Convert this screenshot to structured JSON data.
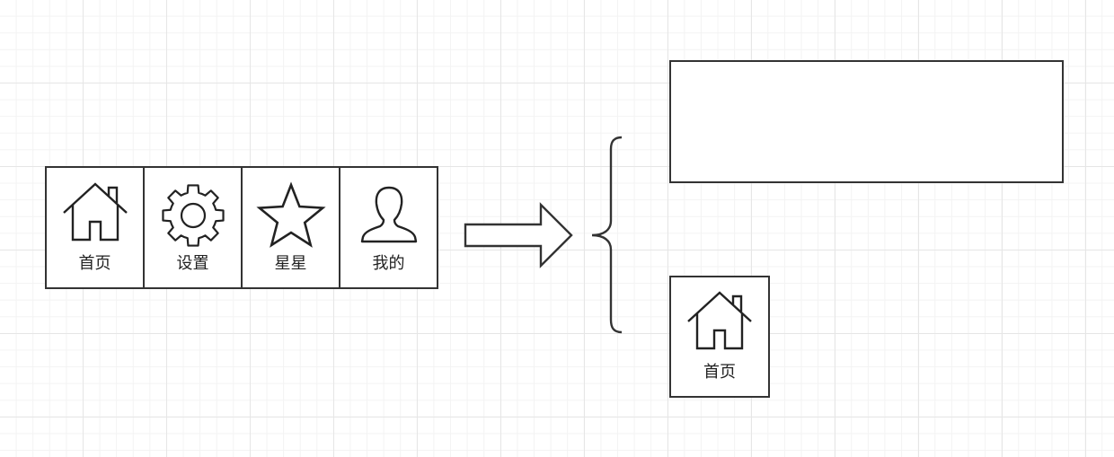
{
  "tab_bar": {
    "tabs": [
      {
        "label": "首页",
        "icon": "home-icon"
      },
      {
        "label": "设置",
        "icon": "gear-icon"
      },
      {
        "label": "星星",
        "icon": "star-icon"
      },
      {
        "label": "我的",
        "icon": "user-icon"
      }
    ]
  },
  "selected_tab": {
    "label": "首页",
    "icon": "home-icon"
  },
  "colors": {
    "stroke": "#333333",
    "grid_major": "#e6e6e6",
    "grid_minor": "#f3f3f3"
  }
}
